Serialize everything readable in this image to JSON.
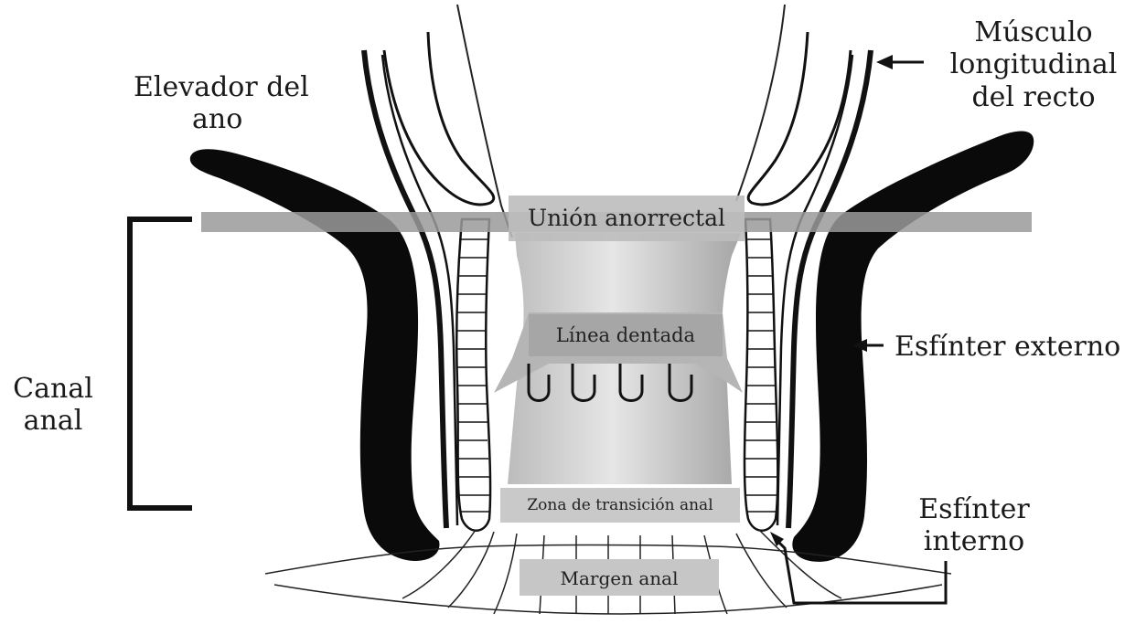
{
  "labels": {
    "elevador": [
      "Elevador del",
      "ano"
    ],
    "musculo": [
      "Músculo",
      "longitudinal",
      "del recto"
    ],
    "canal": [
      "Canal",
      "anal"
    ],
    "esfinter_externo": "Esfínter externo",
    "esfinter_interno": [
      "Esfínter",
      "interno"
    ],
    "union": "Unión anorrectal",
    "linea": "Línea dentada",
    "zona": "Zona de transición anal",
    "margen": "Margen anal"
  },
  "colors": {
    "ink": "#111111",
    "band_gray": "#9a9a9a",
    "box_gray": "#c8c8c8",
    "canal_gray_light": "#eeeeee",
    "canal_gray_dark": "#a9a9a9"
  }
}
